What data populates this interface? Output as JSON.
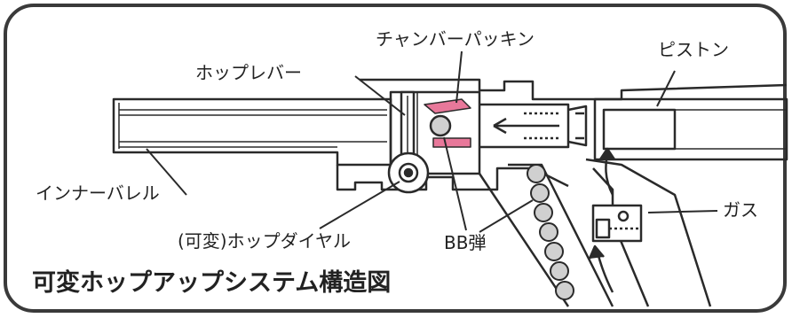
{
  "labels": {
    "chamber_packing": "チャンバーパッキン",
    "piston": "ピストン",
    "hop_lever": "ホップレバー",
    "inner_barrel": "インナーバレル",
    "gas": "ガス",
    "hop_dial": "(可変)ホップダイヤル",
    "bb": "BB弾"
  },
  "title": "可変ホップアップシステム構造図",
  "colors": {
    "line": "#2a2a2a",
    "packing": "#e8789a",
    "frame": "#3a3a3a"
  }
}
